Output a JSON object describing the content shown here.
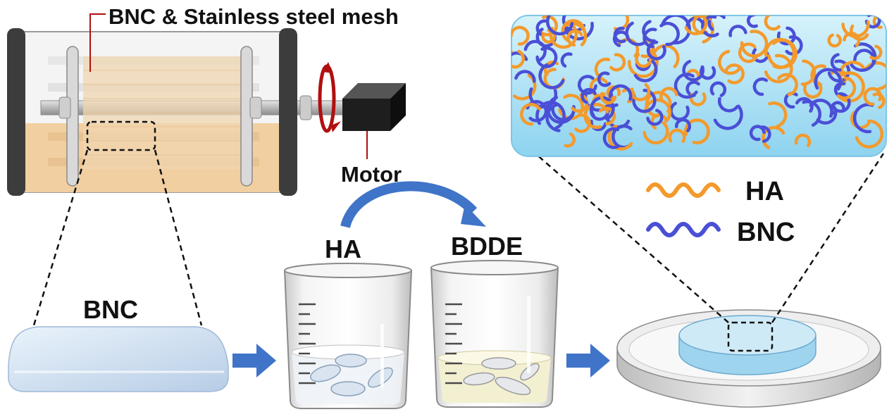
{
  "labels": {
    "mesh": "BNC & Stainless steel mesh",
    "motor": "Motor",
    "bnc_sheet": "BNC",
    "beaker_ha": "HA",
    "beaker_bdde": "BDDE",
    "legend_ha": "HA",
    "legend_bnc": "BNC"
  },
  "colors": {
    "ha_fiber": "#f39a2c",
    "bnc_fiber": "#4a4fd6",
    "culture_medium": "#f2cfa0",
    "bdde_solution": "#f3f0d2",
    "hydrogel": "#a9dff3",
    "arrow": "#3f74c8",
    "rotation": "#b01010"
  },
  "icons": [
    "rotation-arrow-icon",
    "motor-icon",
    "process-arrow-icon",
    "transfer-arrow-icon"
  ]
}
